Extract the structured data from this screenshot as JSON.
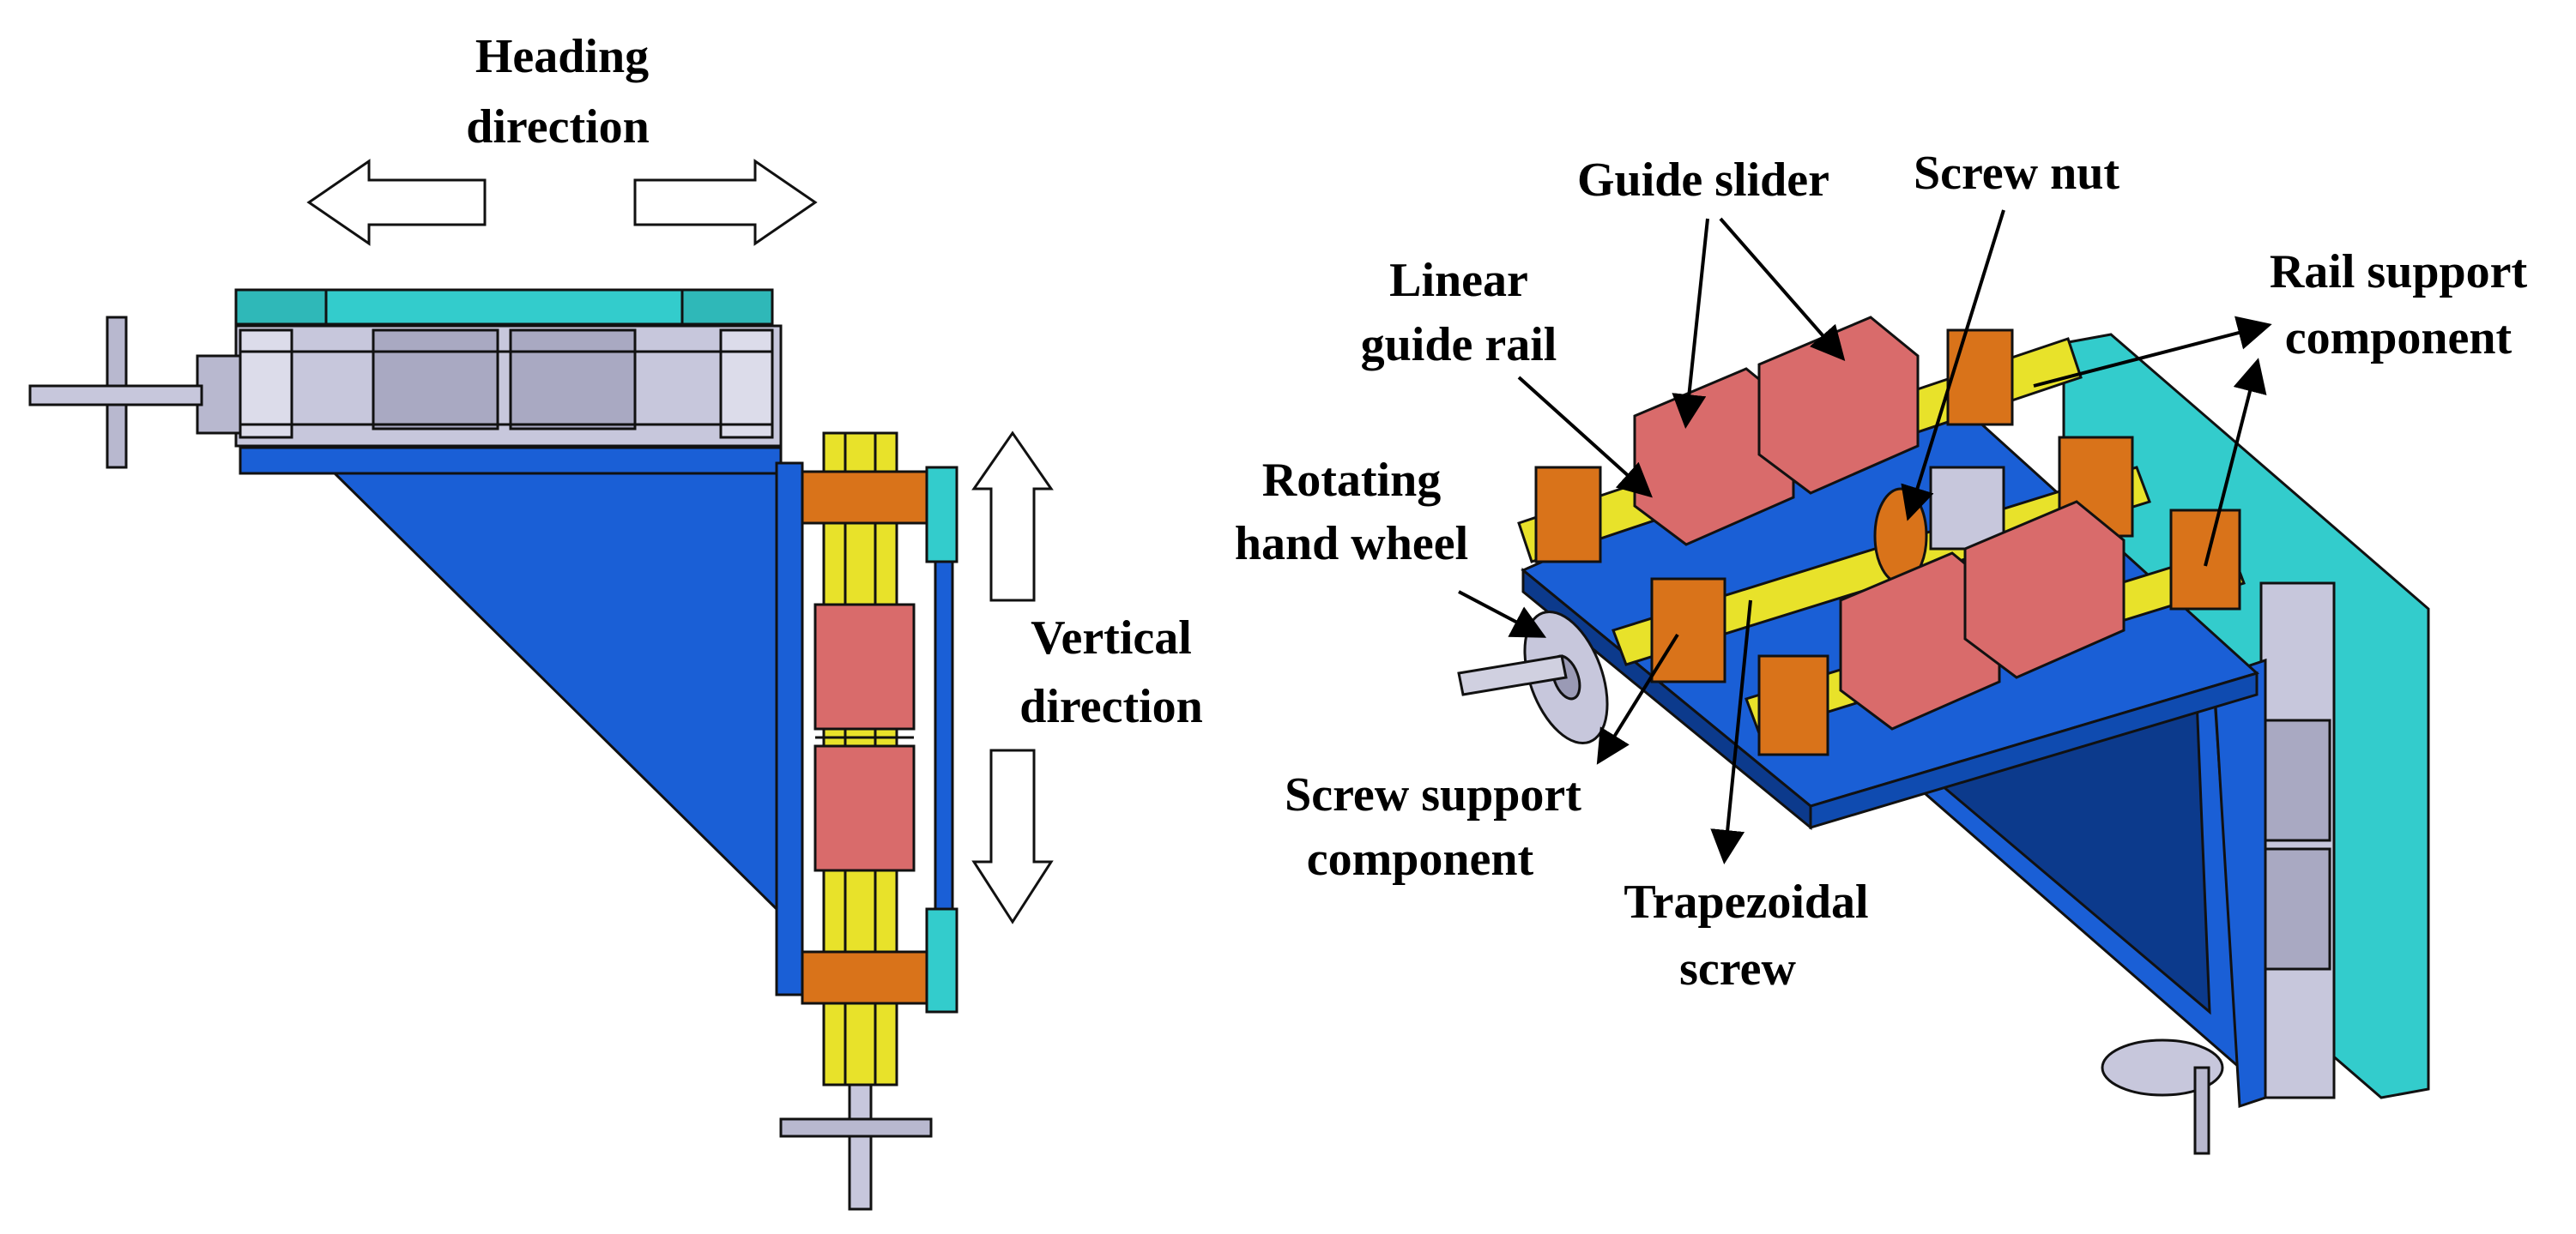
{
  "left_view": {
    "heading_direction": [
      "Heading",
      "direction"
    ],
    "vertical_direction": [
      "Vertical",
      "direction"
    ]
  },
  "right_view": {
    "labels": {
      "guide_slider": [
        "Guide slider"
      ],
      "screw_nut": [
        "Screw nut"
      ],
      "linear_guide_rail": [
        "Linear",
        "guide rail"
      ],
      "rail_support_component": [
        "Rail support",
        "component"
      ],
      "rotating_hand_wheel": [
        "Rotating",
        "hand wheel"
      ],
      "screw_support_component": [
        "Screw support",
        "component"
      ],
      "trapezoidal_screw": [
        "Trapezoidal",
        "screw"
      ]
    }
  },
  "colors": {
    "plate_blue": "#1a5fd6",
    "plate_dark": "#0c3a8c",
    "teal": "#33cccc",
    "rail_yellow": "#e8e22a",
    "slider_pink": "#d96b6b",
    "support_orange": "#d9731a",
    "steel_gray": "#b8b8cf",
    "outline": "#111111"
  }
}
